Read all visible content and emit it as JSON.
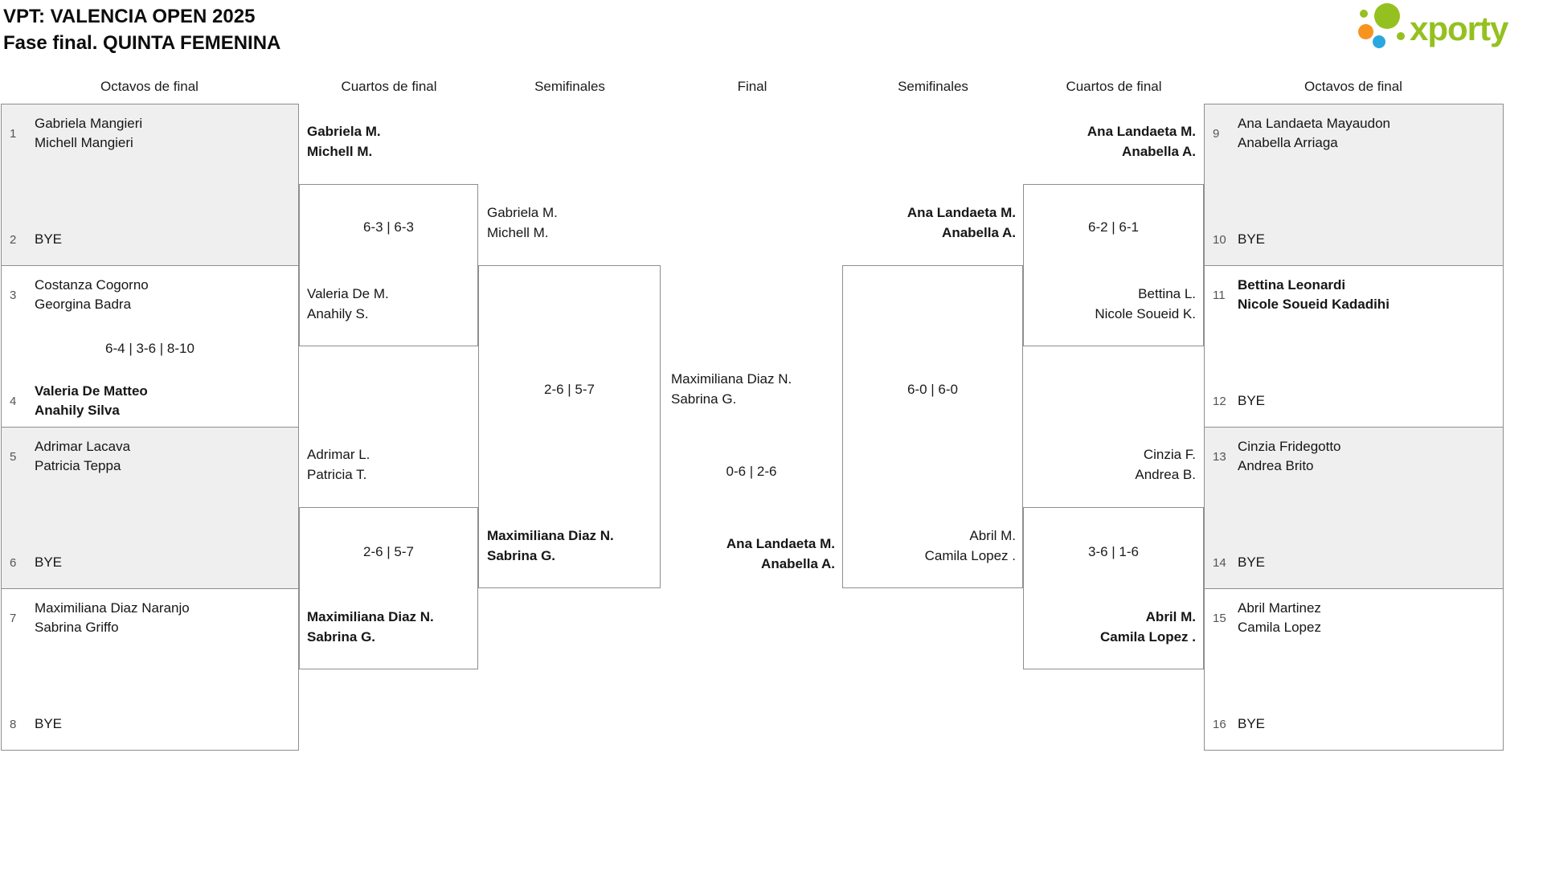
{
  "header": {
    "title_line1": "VPT: VALENCIA OPEN 2025",
    "title_line2": "Fase final. QUINTA FEMENINA"
  },
  "logo": {
    "text": "xporty"
  },
  "round_headers": [
    "Octavos de final",
    "Cuartos de final",
    "Semifinales",
    "Final",
    "Semifinales",
    "Cuartos de final",
    "Octavos de final"
  ],
  "r16": {
    "left": [
      {
        "seed_top": "1",
        "team_top": [
          "Gabriela Mangieri",
          "Michell Mangieri"
        ],
        "seed_bottom": "2",
        "team_bottom": [
          "BYE"
        ],
        "score": ""
      },
      {
        "seed_top": "3",
        "team_top": [
          "Costanza Cogorno",
          "Georgina Badra"
        ],
        "seed_bottom": "4",
        "team_bottom": [
          "Valeria De Matteo",
          "Anahily Silva"
        ],
        "score": "6-4 | 3-6 | 8-10"
      },
      {
        "seed_top": "5",
        "team_top": [
          "Adrimar Lacava",
          "Patricia Teppa"
        ],
        "seed_bottom": "6",
        "team_bottom": [
          "BYE"
        ],
        "score": ""
      },
      {
        "seed_top": "7",
        "team_top": [
          "Maximiliana Diaz Naranjo",
          "Sabrina Griffo"
        ],
        "seed_bottom": "8",
        "team_bottom": [
          "BYE"
        ],
        "score": ""
      }
    ],
    "right": [
      {
        "seed_top": "9",
        "team_top": [
          "Ana Landaeta Mayaudon",
          "Anabella Arriaga"
        ],
        "seed_bottom": "10",
        "team_bottom": [
          "BYE"
        ],
        "score": ""
      },
      {
        "seed_top": "11",
        "team_top": [
          "Bettina Leonardi",
          "Nicole Soueid Kadadihi"
        ],
        "seed_bottom": "12",
        "team_bottom": [
          "BYE"
        ],
        "score": ""
      },
      {
        "seed_top": "13",
        "team_top": [
          "Cinzia Fridegotto",
          "Andrea Brito"
        ],
        "seed_bottom": "14",
        "team_bottom": [
          "BYE"
        ],
        "score": ""
      },
      {
        "seed_top": "15",
        "team_top": [
          "Abril Martinez",
          "Camila Lopez"
        ],
        "seed_bottom": "16",
        "team_bottom": [
          "BYE"
        ],
        "score": ""
      }
    ]
  },
  "qf": {
    "left": [
      {
        "top": [
          "Gabriela M.",
          "Michell M."
        ],
        "score": "6-3 | 6-3",
        "bottom": [
          "Valeria De M.",
          "Anahily S."
        ]
      },
      {
        "top": [
          "Adrimar L.",
          "Patricia T."
        ],
        "score": "2-6 | 5-7",
        "bottom": [
          "Maximiliana Diaz N.",
          "Sabrina G."
        ]
      }
    ],
    "right": [
      {
        "top": [
          "Ana Landaeta M.",
          "Anabella A."
        ],
        "score": "6-2 | 6-1",
        "bottom": [
          "Bettina L.",
          "Nicole Soueid K."
        ]
      },
      {
        "top": [
          "Cinzia F.",
          "Andrea B."
        ],
        "score": "3-6 | 1-6",
        "bottom": [
          "Abril M.",
          "Camila Lopez ."
        ]
      }
    ]
  },
  "sf": {
    "left": {
      "top": [
        "Gabriela M.",
        "Michell M."
      ],
      "score": "2-6 | 5-7",
      "bottom": [
        "Maximiliana Diaz N.",
        "Sabrina G."
      ]
    },
    "right": {
      "top": [
        "Ana Landaeta M.",
        "Anabella A."
      ],
      "score": "6-0 | 6-0",
      "bottom": [
        "Abril M.",
        "Camila Lopez ."
      ]
    }
  },
  "final": {
    "left": [
      "Maximiliana Diaz N.",
      "Sabrina G."
    ],
    "score": "0-6 | 2-6",
    "right": [
      "Ana Landaeta M.",
      "Anabella A."
    ]
  },
  "colors": {
    "logo_green": "#94c11f",
    "logo_orange": "#f7941e",
    "logo_blue": "#29a8e0",
    "box_shaded": "#efefef",
    "border_gray": "#8e8e8e"
  }
}
